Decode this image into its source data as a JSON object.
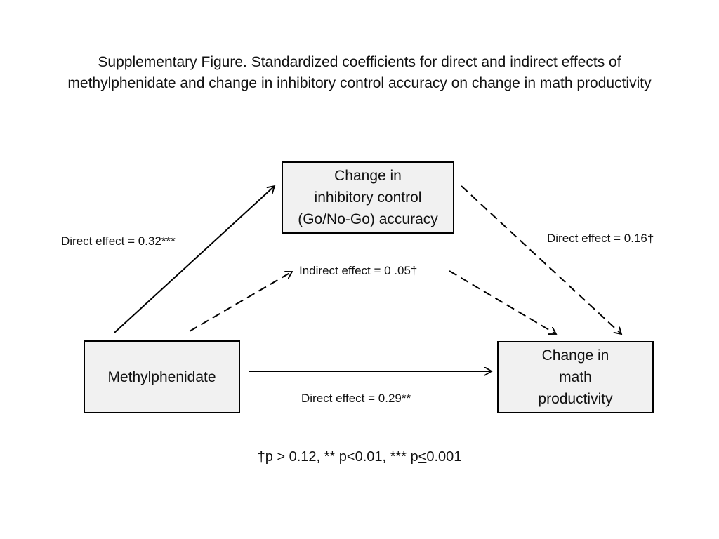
{
  "title": {
    "line1": "Supplementary Figure.  Standardized coefficients for direct and indirect effects of",
    "line2": "methylphenidate and change in inhibitory control accuracy on change in math productivity"
  },
  "nodes": {
    "mediator": {
      "lines": [
        "Change in",
        "inhibitory control",
        "(Go/No-Go) accuracy"
      ]
    },
    "predictor": {
      "lines": [
        "Methylphenidate"
      ]
    },
    "outcome": {
      "lines": [
        "Change in",
        "math",
        "productivity"
      ]
    }
  },
  "paths": {
    "predictor_to_mediator": {
      "label": "Direct effect = 0.32***",
      "style": "solid"
    },
    "mediator_to_outcome": {
      "label": "Direct effect = 0.16†",
      "style": "dashed"
    },
    "indirect": {
      "label": "Indirect effect = 0 .05†",
      "style": "dashed"
    },
    "predictor_to_outcome": {
      "label": "Direct effect = 0.29**",
      "style": "solid"
    }
  },
  "footnote": {
    "part1": "†p > 0.12, ** p<0.01, *** p",
    "part2": "<",
    "part3": "0.001"
  }
}
